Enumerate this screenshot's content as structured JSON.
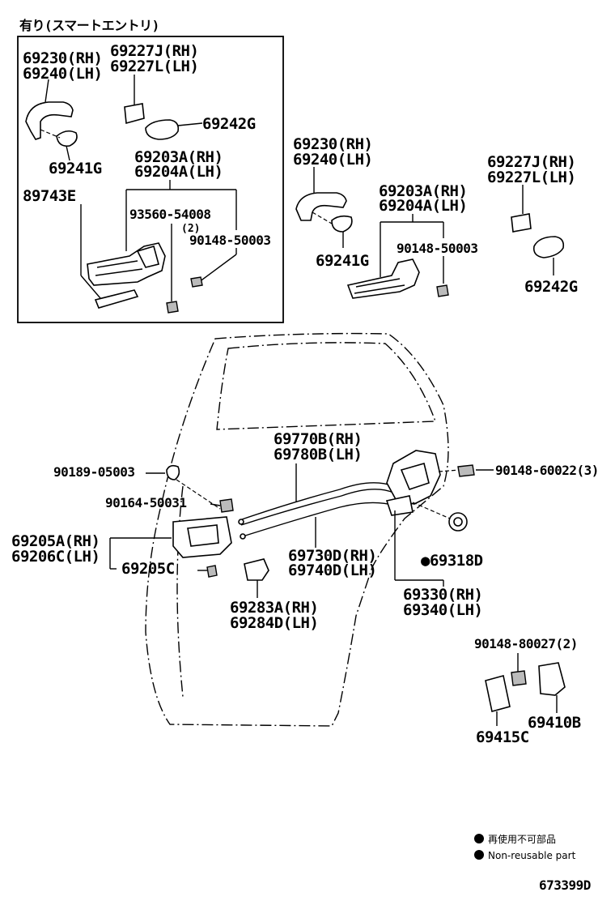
{
  "inset": {
    "caption": "有り(スマートエントリ)",
    "handle_rh": "69230(RH)",
    "handle_lh": "69240(LH)",
    "cover_rh": "69227J(RH)",
    "cover_lh": "69227L(LH)",
    "pad_242": "69242G",
    "pad_241": "69241G",
    "frame_rh": "69203A(RH)",
    "frame_lh": "69204A(LH)",
    "sensor": "89743E",
    "screw_935": "93560-54008",
    "screw_935_qty": "(2)",
    "bolt_901": "90148-50003"
  },
  "main_upper": {
    "handle_rh": "69230(RH)",
    "handle_lh": "69240(LH)",
    "pad_241": "69241G",
    "frame_rh": "69203A(RH)",
    "frame_lh": "69204A(LH)",
    "bolt_901": "90148-50003",
    "cover_rh": "69227J(RH)",
    "cover_lh": "69227L(LH)",
    "pad_242": "69242G"
  },
  "door": {
    "clip_901890": "90189-05003",
    "screw_901640": "90164-50031",
    "inner_handle_rh": "69205A(RH)",
    "inner_handle_lh": "69206C(LH)",
    "bezel": "69205C",
    "cable_top_rh": "69770B(RH)",
    "cable_top_lh": "69780B(LH)",
    "cable_low_rh": "69730D(RH)",
    "cable_low_lh": "69740D(LH)",
    "cover_rh": "69283A(RH)",
    "cover_lh": "69284D(LH)",
    "screw_lock": "90148-60022(3)",
    "seal": "●69318D",
    "lock_rh": "69330(RH)",
    "lock_lh": "69340(LH)",
    "striker_screw": "90148-80027(2)",
    "striker_plate": "69410B",
    "striker_shim": "69415C"
  },
  "legend": {
    "line_jp": "再使用不可部品",
    "line_en": "Non-reusable part"
  },
  "figure_id": "673399D"
}
